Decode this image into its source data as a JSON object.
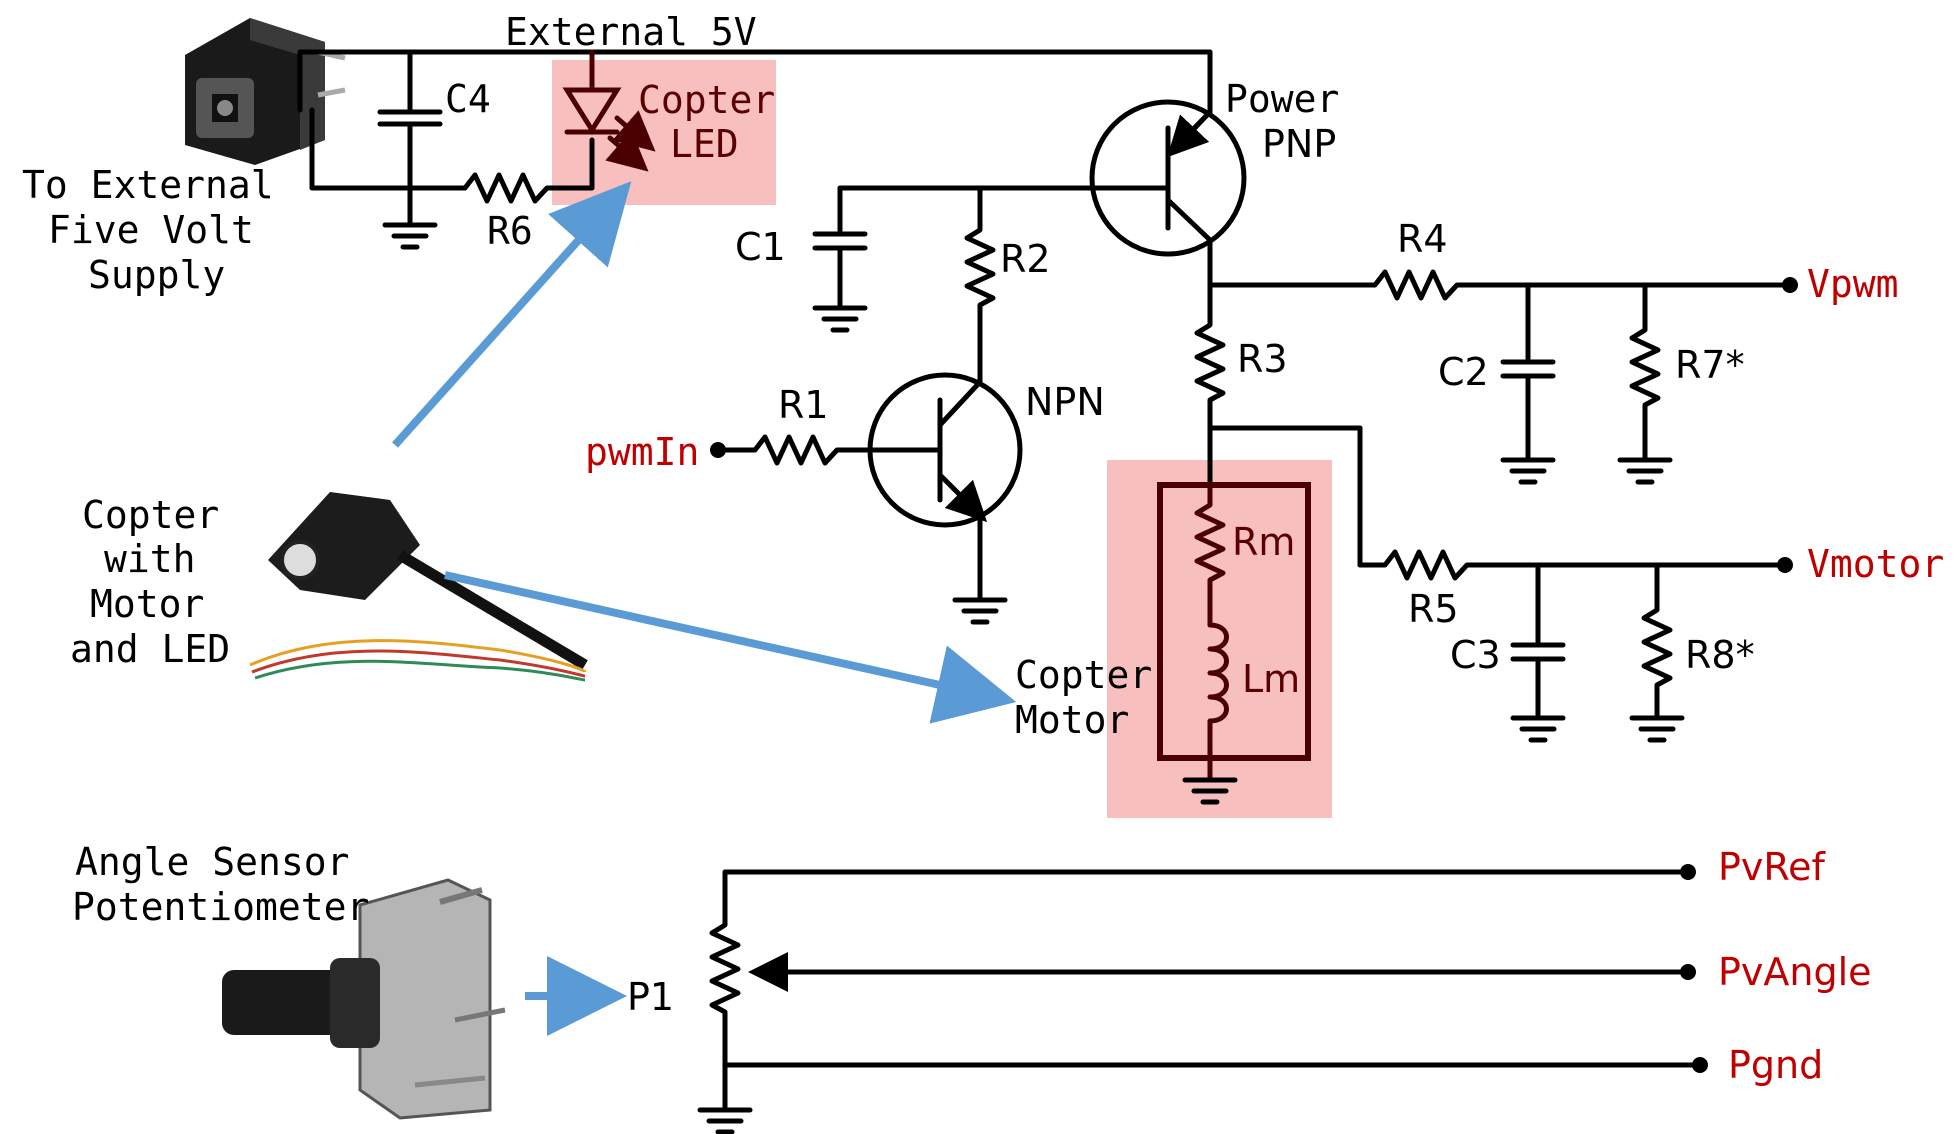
{
  "supply": {
    "rail_label": "External 5V",
    "jack_label": [
      "To External",
      "Five Volt",
      "Supply"
    ]
  },
  "led": {
    "label": [
      "Copter",
      "LED"
    ],
    "resistor": "R6",
    "cap": "C4"
  },
  "copter": {
    "label": [
      "Copter",
      "with",
      "Motor",
      "and LED"
    ]
  },
  "driver": {
    "pnp_label": [
      "Power",
      "PNP"
    ],
    "npn_label": "NPN",
    "c1": "C1",
    "r1": "R1",
    "r2": "R2",
    "r3": "R3",
    "input": "pwmIn"
  },
  "motor": {
    "label": [
      "Copter",
      "Motor"
    ],
    "rm": "Rm",
    "lm": "Lm"
  },
  "filters": {
    "r4": "R4",
    "c2": "C2",
    "r7": "R7*",
    "vpwm": "Vpwm",
    "r5": "R5",
    "c3": "C3",
    "r8": "R8*",
    "vmotor": "Vmotor"
  },
  "sensor": {
    "label": [
      "Angle Sensor",
      "Potentiometer"
    ],
    "pot": "P1",
    "pvref": "PvRef",
    "pvangle": "PvAngle",
    "pgnd": "Pgnd"
  },
  "colors": {
    "signal_red": "#c00000",
    "highlight": "#f7b8b8",
    "arrow_blue": "#5b9bd5",
    "dark_red": "#4a0000"
  }
}
